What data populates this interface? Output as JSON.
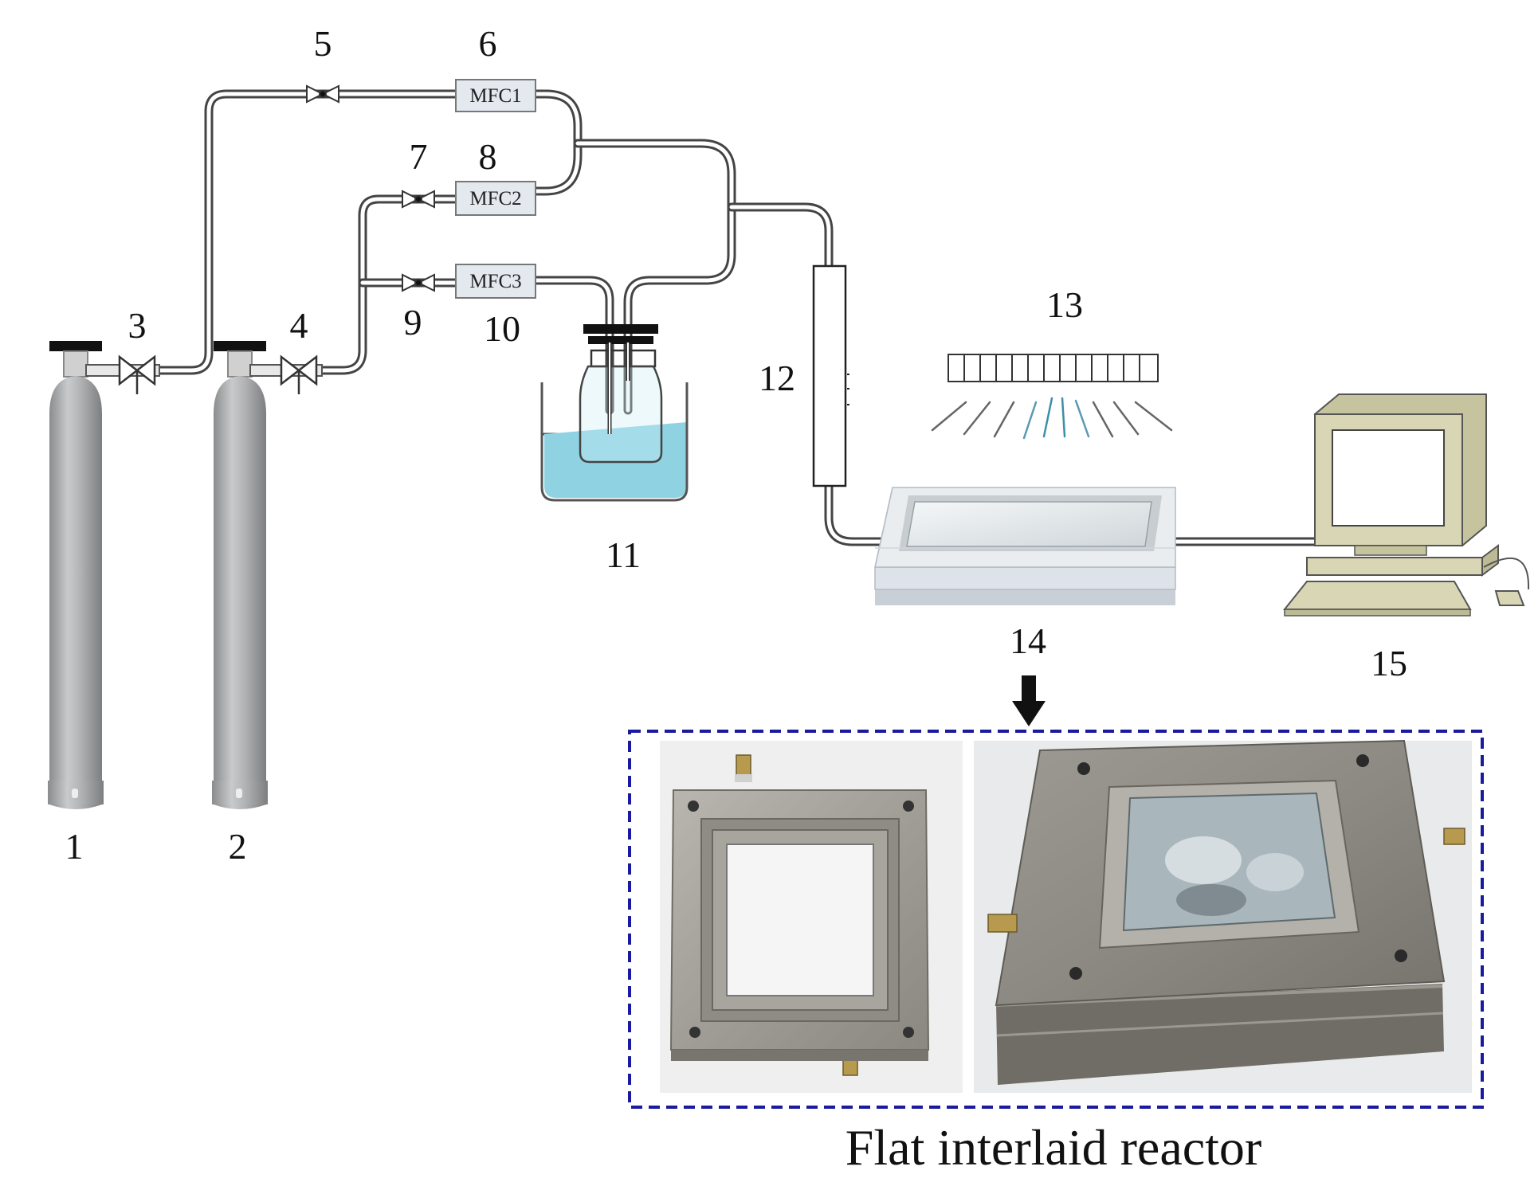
{
  "labels": {
    "n1": "1",
    "n2": "2",
    "n3": "3",
    "n4": "4",
    "n5": "5",
    "n6": "6",
    "n7": "7",
    "n8": "8",
    "n9": "9",
    "n10": "10",
    "n11": "11",
    "n12": "12",
    "n13": "13",
    "n14": "14",
    "n15": "15"
  },
  "mfc": {
    "mfc1": "MFC1",
    "mfc2": "MFC2",
    "mfc3": "MFC3"
  },
  "caption": "Flat interlaid reactor",
  "colors": {
    "pipe": "#444444",
    "cylinder": "#a8a9ab",
    "water": "#8fd3e3",
    "inset_border": "#1a1aa0",
    "monitor": "#d8d6b4"
  }
}
